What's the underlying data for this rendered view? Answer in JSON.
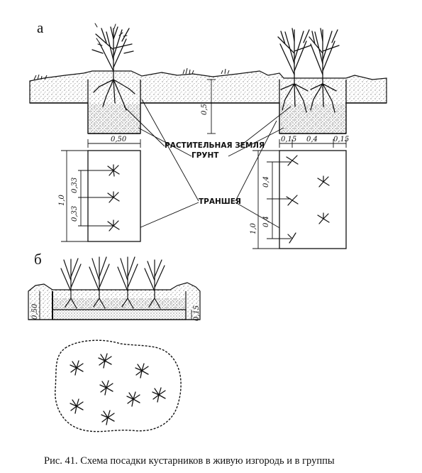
{
  "panels": {
    "a": "а",
    "b": "б"
  },
  "labels": {
    "topsoil": "РАСТИТЕЛЬНАЯ ЗЕМЛЯ",
    "ground": "ГРУНТ",
    "trench": "ТРАНШЕЯ"
  },
  "dimensions": {
    "depth_a": "0,5",
    "width_left": "0,50",
    "width_right_1": "0,15",
    "width_right_2": "0,4",
    "width_right_3": "0,15",
    "plan_left_total": "1,0",
    "plan_left_step_1": "0,33",
    "plan_left_step_2": "0,33",
    "plan_right_total": "1,0",
    "plan_right_step_1": "0,4",
    "plan_right_step_2": "0,4",
    "depth_b": "0,50",
    "layer_b": "0,15"
  },
  "caption": "Рис. 41. Схема посадки кустарников в живую изгородь и в группы",
  "colors": {
    "ink": "#111111",
    "paper": "#ffffff",
    "stipple": "#555555"
  }
}
